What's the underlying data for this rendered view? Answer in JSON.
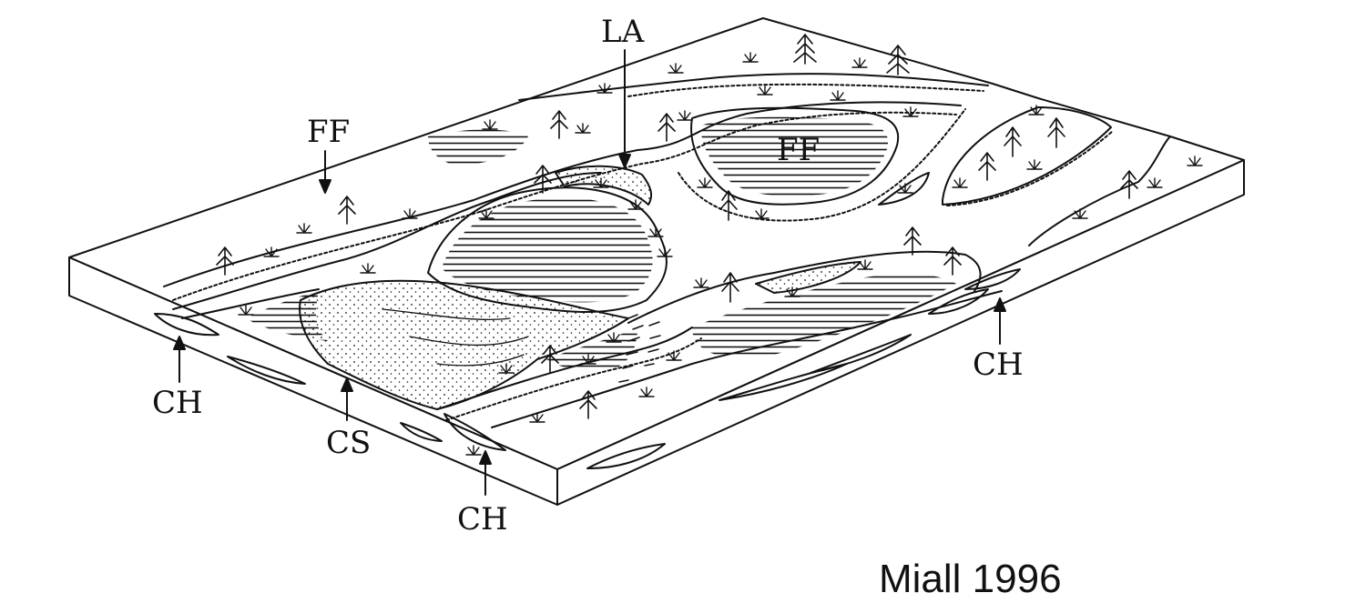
{
  "diagram": {
    "labels": {
      "la": "LA",
      "ff_left": "FF",
      "ff_center": "FF",
      "ch_left": "CH",
      "cs": "CS",
      "ch_bottom": "CH",
      "ch_right": "CH"
    },
    "credit": "Miall 1996"
  },
  "colors": {
    "ink": "#111111",
    "paper": "#ffffff"
  }
}
